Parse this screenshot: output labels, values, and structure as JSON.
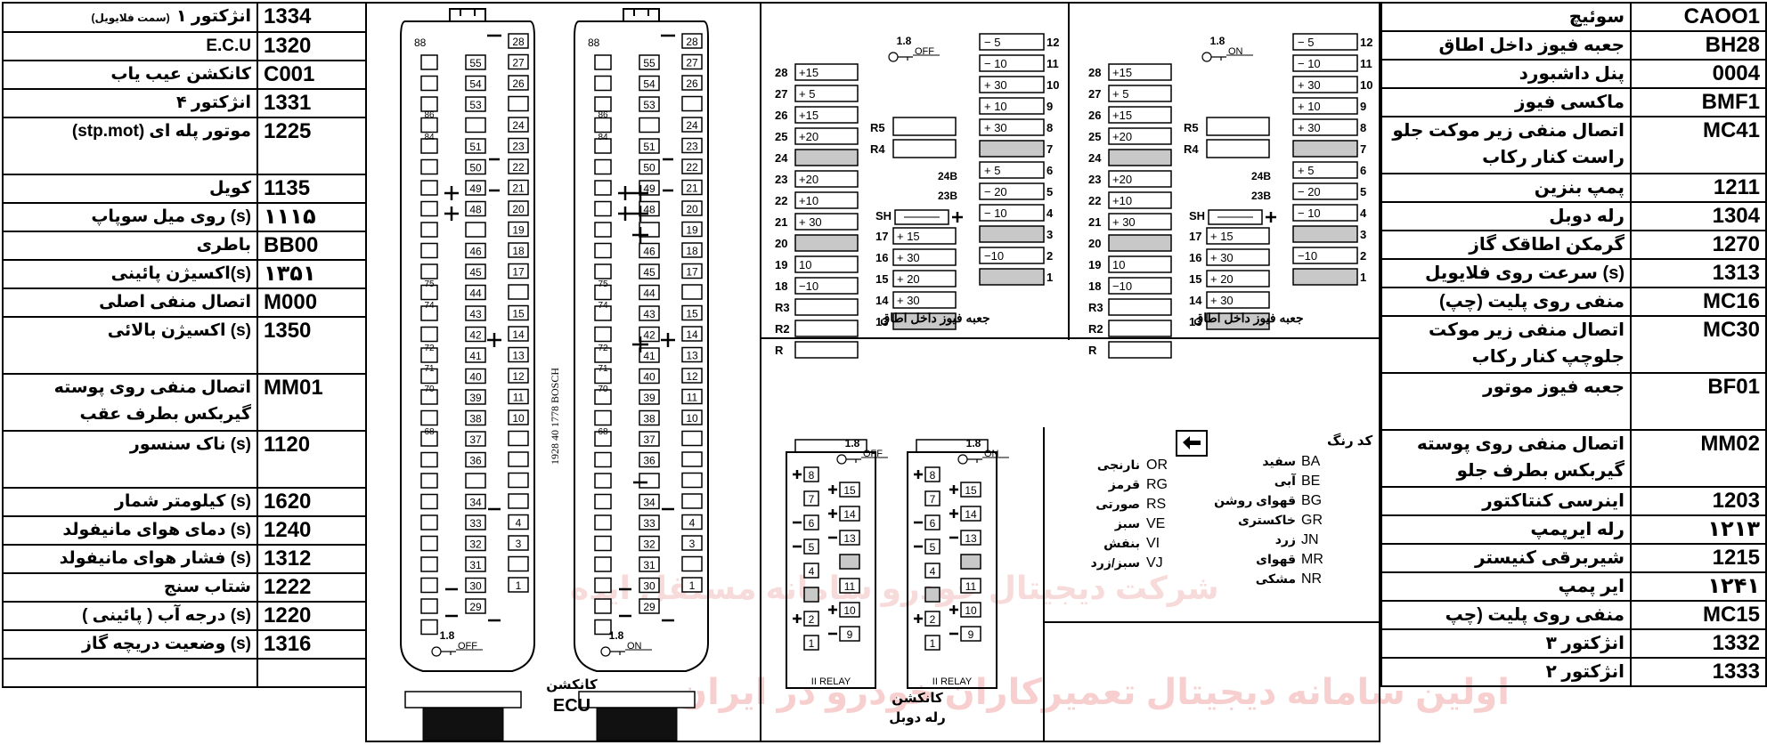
{
  "left_table": [
    {
      "code": "1334",
      "label": "انژکتور ۱",
      "label_small": "(سمت فلایویل)"
    },
    {
      "code": "1320",
      "label": "E.C.U"
    },
    {
      "code": "C001",
      "label": "کانکشن عیب یاب"
    },
    {
      "code": "1331",
      "label": "انژکتور ۴"
    },
    {
      "code": "1225",
      "label": "موتور پله ای (stp.mot)"
    },
    {
      "code": "1135",
      "label": "کویل"
    },
    {
      "code": "۱۱۱۵",
      "label": "(s) روی میل سوپاپ"
    },
    {
      "code": "BB00",
      "label": "باطری"
    },
    {
      "code": "۱۳۵۱",
      "label": "(s)اکسیژن پائینی"
    },
    {
      "code": "M000",
      "label": "اتصال منفی اصلی"
    },
    {
      "code": "1350",
      "label": "(s) اکسیژن بالائی"
    },
    {
      "code": "MM01",
      "label": "اتصال منفی روی پوسته گیربکس بطرف عقب"
    },
    {
      "code": "1120",
      "label": "(s) ناک سنسور"
    },
    {
      "code": "1620",
      "label": "(s) کیلومتر شمار"
    },
    {
      "code": "1240",
      "label": "(s) دمای هوای مانیفولد"
    },
    {
      "code": "1312",
      "label": "(s) فشار هوای مانیفولد"
    },
    {
      "code": "1222",
      "label": "شتاب سنج"
    },
    {
      "code": "1220",
      "label": "(s) درجه آب ( پائینی )"
    },
    {
      "code": "1316",
      "label": "(s) وضعیت دریچه گاز"
    },
    {
      "code": "",
      "label": ""
    }
  ],
  "right_table": [
    {
      "code": "CAOO1",
      "label": "سوئیچ"
    },
    {
      "code": "BH28",
      "label": "جعبه فیوز داخل اطاق"
    },
    {
      "code": "0004",
      "label": "پنل داشبورد"
    },
    {
      "code": "BMF1",
      "label": "ماکسی فیوز"
    },
    {
      "code": "MC41",
      "label": "اتصال منفی زیر موکت جلو راست کنار رکاب"
    },
    {
      "code": "1211",
      "label": "پمپ بنزین"
    },
    {
      "code": "1304",
      "label": "رله دوبل"
    },
    {
      "code": "1270",
      "label": "گرمکن اطاقک گاز"
    },
    {
      "code": "1313",
      "label": "(s) سرعت روی فلایویل"
    },
    {
      "code": "MC16",
      "label": "منفی روی پلیت (چپ)"
    },
    {
      "code": "MC30",
      "label": "اتصال منفی زیر موکت جلوچپ کنار رکاب"
    },
    {
      "code": "BF01",
      "label": "جعبه فیوز موتور"
    },
    {
      "code": "MM02",
      "label": "اتصال منفی روی پوسته گیربکس بطرف جلو"
    },
    {
      "code": "1203",
      "label": "اینرسی کنتاکتور"
    },
    {
      "code": "۱۲۱۳",
      "label": "رله ایرپمپ"
    },
    {
      "code": "1215",
      "label": "شیربرقی کنیستر"
    },
    {
      "code": "۱۲۴۱",
      "label": "ایر پمپ"
    },
    {
      "code": "MC15",
      "label": "منفی روی پلیت (چپ"
    },
    {
      "code": "1332",
      "label": "انژکتور ۳"
    },
    {
      "code": "1333",
      "label": "انژکتور ۲"
    }
  ],
  "ecu": {
    "caption_line1": "کانکشن",
    "caption_line2": "ECU",
    "part_number": "1928 40 1778 BOSCH",
    "pin88": "88",
    "key_value": "1.8",
    "key_off": "OFF",
    "key_on": "ON"
  },
  "fusebox": {
    "title": "جعبه فیوز داخل اطاق",
    "key_value": "1.8",
    "key_off": "OFF",
    "key_on": "ON",
    "sh_label": "SH"
  },
  "relay": {
    "title_line1": "کانکشن",
    "title_line2": "رله دوبل",
    "relay_label": "II RELAY",
    "key_value": "1.8",
    "key_off": "OFF",
    "key_on": "ON"
  },
  "color_codes": {
    "title": "کد رنگ",
    "items": [
      {
        "code": "BA",
        "name": "سفید"
      },
      {
        "code": "BE",
        "name": "آبی"
      },
      {
        "code": "BG",
        "name": "قهوای روشن"
      },
      {
        "code": "GR",
        "name": "خاکستری"
      },
      {
        "code": "JN",
        "name": "زرد"
      },
      {
        "code": "MR",
        "name": "قهوای"
      },
      {
        "code": "NR",
        "name": "مشکی"
      },
      {
        "code": "OR",
        "name": "نارنجی"
      },
      {
        "code": "RG",
        "name": "قرمز"
      },
      {
        "code": "RS",
        "name": "صورتی"
      },
      {
        "code": "VE",
        "name": "سبز"
      },
      {
        "code": "VI",
        "name": "بنفش"
      },
      {
        "code": "VJ",
        "name": "سبز/زرد"
      }
    ]
  },
  "watermark": {
    "line1": "شرکت دیجیتال خودرو سامانه مستقل ایده",
    "line2": "اولین سامانه دیجیتال تعمیرکاران خودرو در ایران"
  },
  "colors": {
    "line": "#000000",
    "fill_gray": "#c8c8c8",
    "watermark": "#e88080"
  }
}
